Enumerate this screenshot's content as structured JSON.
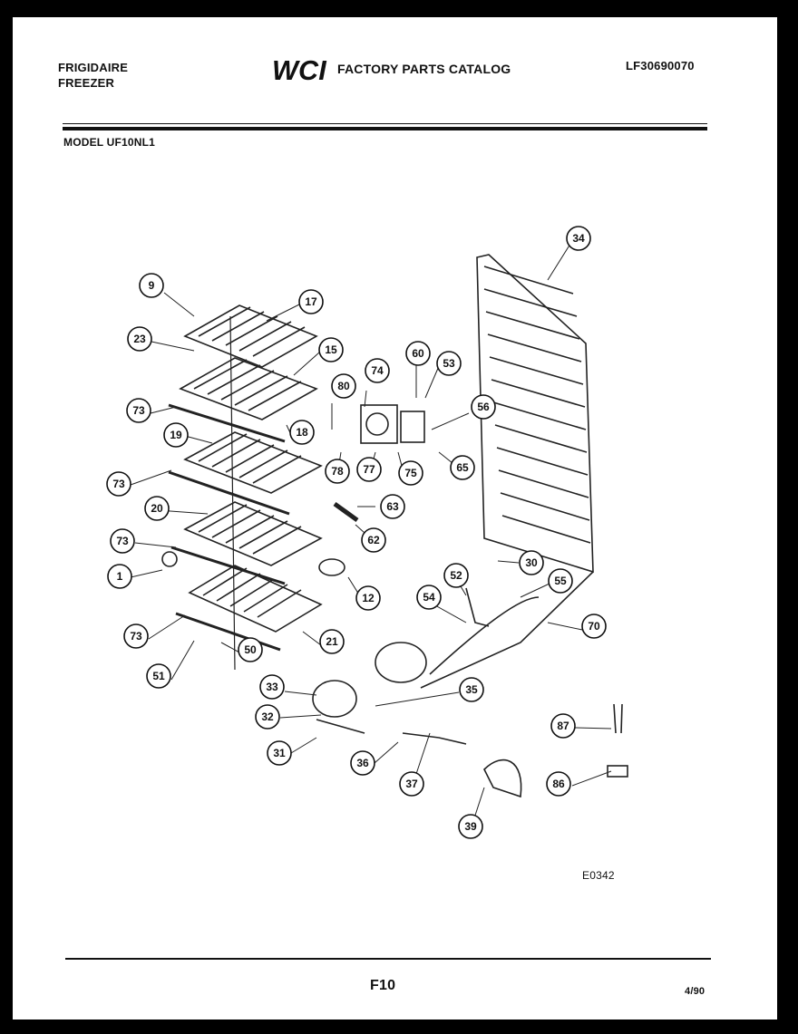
{
  "header": {
    "brand_line1": "FRIGIDAIRE",
    "brand_line2": "FREEZER",
    "logo_text": "WCI",
    "catalog_title": "FACTORY PARTS CATALOG",
    "catalog_number": "LF30690070"
  },
  "model_label": "MODEL UF10NL1",
  "callouts": [
    "9",
    "17",
    "23",
    "15",
    "73",
    "80",
    "74",
    "60",
    "53",
    "56",
    "34",
    "18",
    "19",
    "78",
    "77",
    "75",
    "65",
    "73",
    "63",
    "20",
    "62",
    "73",
    "1",
    "12",
    "30",
    "52",
    "55",
    "54",
    "70",
    "73",
    "21",
    "50",
    "51",
    "33",
    "35",
    "32",
    "87",
    "31",
    "36",
    "37",
    "86",
    "39"
  ],
  "diagram_code": "E0342",
  "footer": {
    "page": "F10",
    "date": "4/90"
  }
}
